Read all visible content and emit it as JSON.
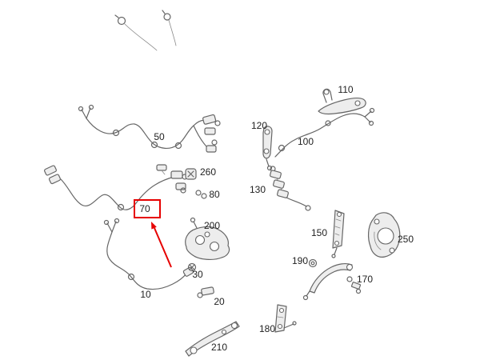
{
  "diagram": {
    "background_color": "#ffffff",
    "line_color": "#666666",
    "label_color": "#222222"
  },
  "annotation": {
    "highlighted_part": "70",
    "color": "#e60000",
    "style": "rectangle-with-arrow"
  },
  "labels": [
    {
      "id": "part-50",
      "text": "50"
    },
    {
      "id": "part-110",
      "text": "110"
    },
    {
      "id": "part-120",
      "text": "120"
    },
    {
      "id": "part-100",
      "text": "100"
    },
    {
      "id": "part-260",
      "text": "260"
    },
    {
      "id": "part-80",
      "text": "80"
    },
    {
      "id": "part-130",
      "text": "130"
    },
    {
      "id": "part-70",
      "text": "70"
    },
    {
      "id": "part-200",
      "text": "200"
    },
    {
      "id": "part-150",
      "text": "150"
    },
    {
      "id": "part-250",
      "text": "250"
    },
    {
      "id": "part-190",
      "text": "190"
    },
    {
      "id": "part-170",
      "text": "170"
    },
    {
      "id": "part-30",
      "text": "30"
    },
    {
      "id": "part-10",
      "text": "10"
    },
    {
      "id": "part-20",
      "text": "20"
    },
    {
      "id": "part-180",
      "text": "180"
    },
    {
      "id": "part-210",
      "text": "210"
    }
  ]
}
